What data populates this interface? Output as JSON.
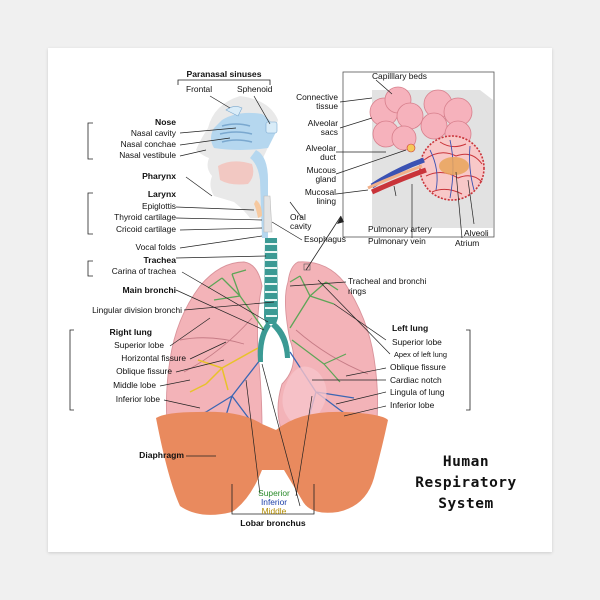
{
  "title": {
    "line1": "Human",
    "line2": "Respiratory",
    "line3": "System"
  },
  "head": {
    "paranasal": "Paranasal sinuses",
    "frontal": "Frontal",
    "sphenoid": "Sphenoid",
    "nose": "Nose",
    "nasal_cavity": "Nasal cavity",
    "nasal_conchae": "Nasal conchae",
    "nasal_vestibule": "Nasal vestibule",
    "pharynx": "Pharynx",
    "larynx": "Larynx",
    "epiglottis": "Epiglottis",
    "thyroid": "Thyroid cartilage",
    "cricoid": "Cricoid cartilage",
    "vocal": "Vocal folds",
    "oral1": "Oral",
    "oral2": "cavity",
    "esophagus": "Esophagus"
  },
  "airway": {
    "trachea": "Trachea",
    "carina": "Carina of trachea",
    "main_bronchi": "Main bronchi",
    "lingular": "Lingular division bronchi",
    "rings1": "Tracheal and bronchi",
    "rings2": "rings"
  },
  "inset": {
    "capillary": "Capilllary beds",
    "connective1": "Connective",
    "connective2": "tissue",
    "sacs1": "Alveolar",
    "sacs2": "sacs",
    "duct1": "Alveolar",
    "duct2": "duct",
    "mucous1": "Mucous",
    "mucous2": "gland",
    "mucosal1": "Mucosal",
    "mucosal2": "lining",
    "pulm_artery": "Pulmonary artery",
    "pulm_vein": "Pulmonary vein",
    "alveoli": "Alveoli",
    "atrium": "Atrium"
  },
  "right_lung": {
    "heading": "Right lung",
    "items": [
      "Superior lobe",
      "Horizontal fissure",
      "Oblique fissure",
      "Middle lobe",
      "Inferior lobe"
    ]
  },
  "left_lung": {
    "heading": "Left lung",
    "items": [
      "Superior lobe",
      "Apex of left lung",
      "Oblique fissure",
      "Cardiac notch",
      "Lingula of lung",
      "Inferior lobe"
    ]
  },
  "diaphragm": "Diaphragm",
  "lobar": {
    "superior": "Superior",
    "inferior": "Inferior",
    "middle": "Middle",
    "label": "Lobar bronchus"
  },
  "colors": {
    "lung": "#f3b3b8",
    "diaphragm": "#e98a5e",
    "bronchi_green": "#5da557",
    "bronchi_blue": "#3b66b3",
    "bronchi_yellow": "#e8c22a",
    "trachea": "#3b9a94",
    "airway_blue": "#a9d1ec",
    "superior_text": "#2a8a2a",
    "inferior_text": "#1c3fa8",
    "middle_text": "#b08a00"
  }
}
